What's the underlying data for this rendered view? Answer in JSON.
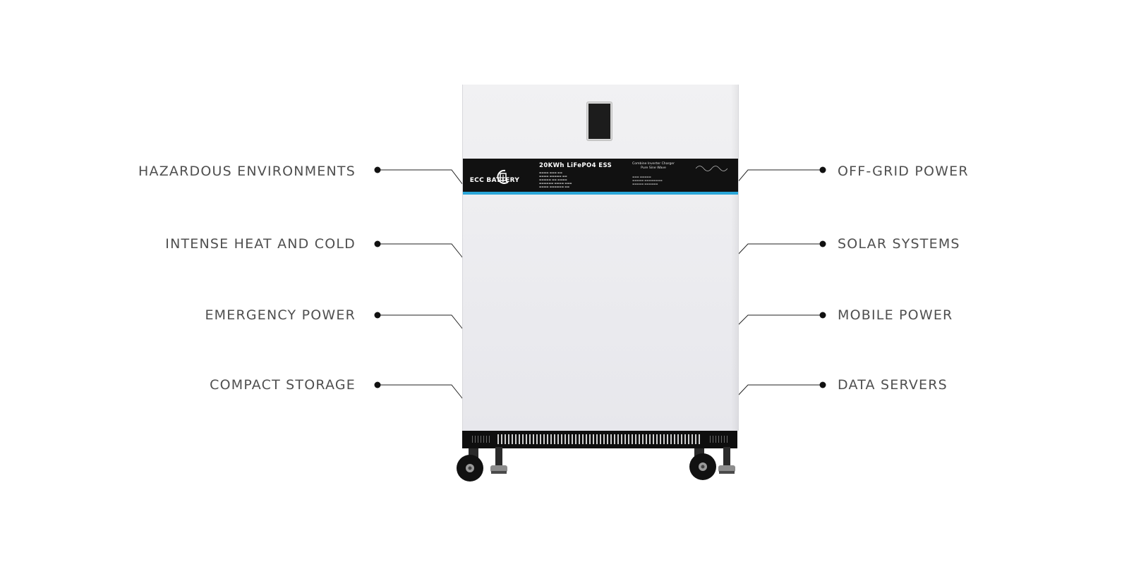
{
  "left_labels": [
    "HAZARDOUS ENVIRONMENTS",
    "INTENSE HEAT AND COLD",
    "EMERGENCY POWER",
    "COMPACT STORAGE"
  ],
  "right_labels": [
    "OFF-GRID POWER",
    "SOLAR SYSTEMS",
    "MOBILE POWER",
    "DATA SERVERS"
  ],
  "product": {
    "brand": "ECC BATTERY",
    "model": "20KWh LiFePO4 ESS",
    "inverter_line1": "Combine Inverter Charger",
    "inverter_line2": "Pure Sine Wave",
    "band_color": "#111111",
    "accent_stripe_color": "#2aa6d8",
    "cabinet_color": "#ededf1"
  },
  "label_color": "#4f4f4f"
}
